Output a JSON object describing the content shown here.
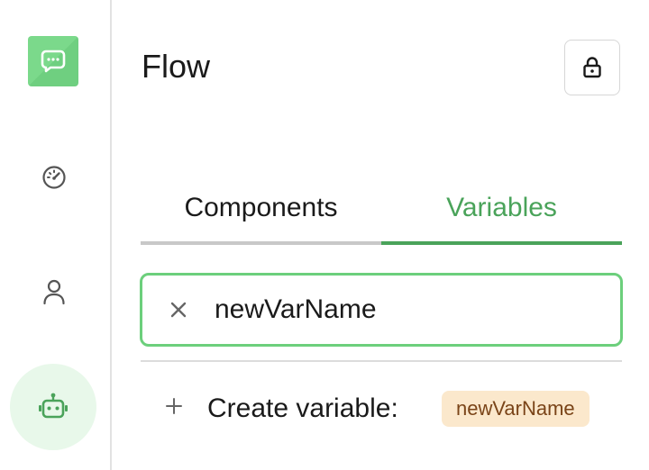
{
  "sidebar": {
    "logo_icon": "chat-bubble-icon",
    "items": [
      {
        "icon": "speedometer-icon",
        "active": false
      },
      {
        "icon": "user-icon",
        "active": false
      },
      {
        "icon": "robot-icon",
        "active": true
      }
    ]
  },
  "header": {
    "title": "Flow",
    "lock_icon": "lock-icon"
  },
  "tabs": [
    {
      "label": "Components",
      "active": false
    },
    {
      "label": "Variables",
      "active": true
    }
  ],
  "search": {
    "value": "newVarName",
    "clear_icon": "close-icon"
  },
  "create": {
    "label": "Create variable:",
    "chip": "newVarName",
    "icon": "plus-icon"
  },
  "colors": {
    "accent": "#4aa35a",
    "accent_light": "#6ccf7c",
    "logo_bg": "#7bd98b",
    "active_bg": "#e8f8ea",
    "chip_bg": "#fbe8cc",
    "chip_text": "#7a4418"
  }
}
